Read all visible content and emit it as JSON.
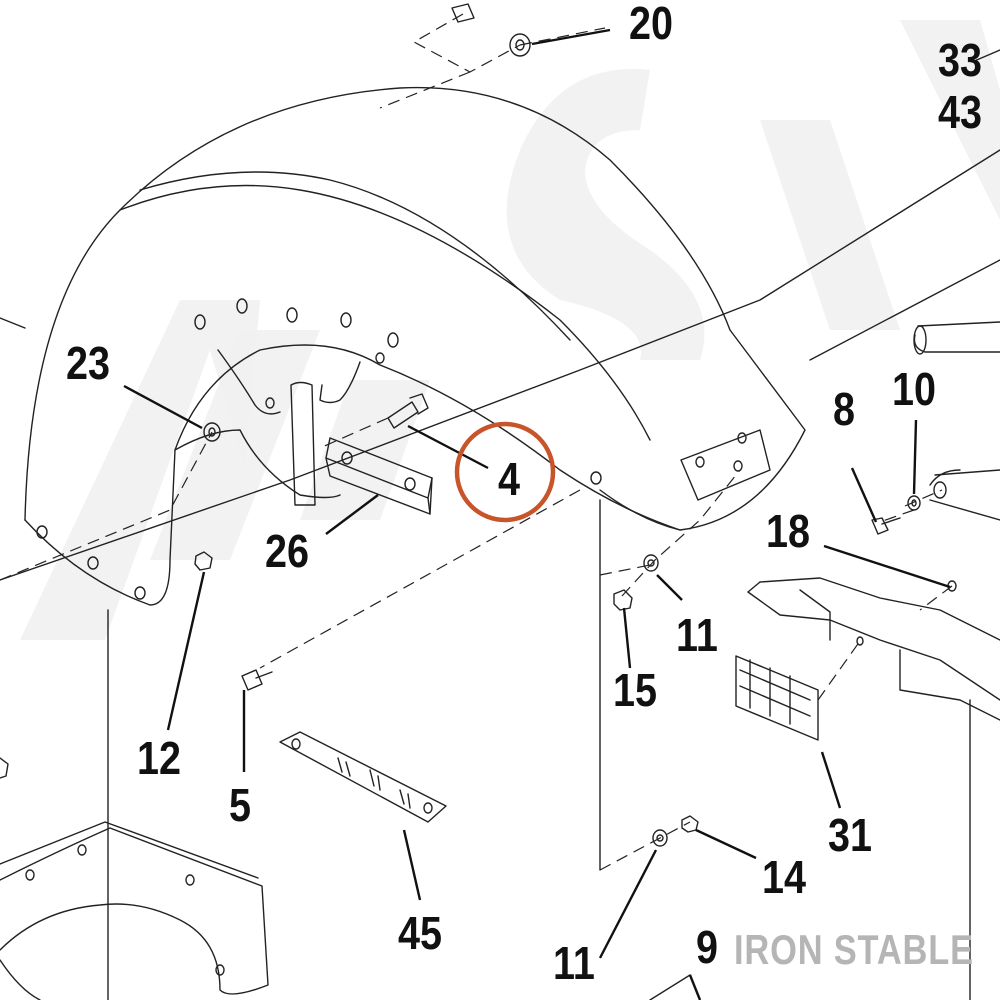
{
  "diagram": {
    "callouts": {
      "c20": "20",
      "c33": "33",
      "c43": "43",
      "c23": "23",
      "c4": "4",
      "c26": "26",
      "c8": "8",
      "c10": "10",
      "c18": "18",
      "c11a": "11",
      "c15": "15",
      "c12": "12",
      "c5": "5",
      "c31": "31",
      "c45": "45",
      "c14": "14",
      "c11b": "11",
      "c9": "9"
    },
    "highlighted_part": "4",
    "highlight_color": "#c8552a",
    "watermark_color": "#f0f0f0",
    "brand": "IRON STABLE"
  }
}
